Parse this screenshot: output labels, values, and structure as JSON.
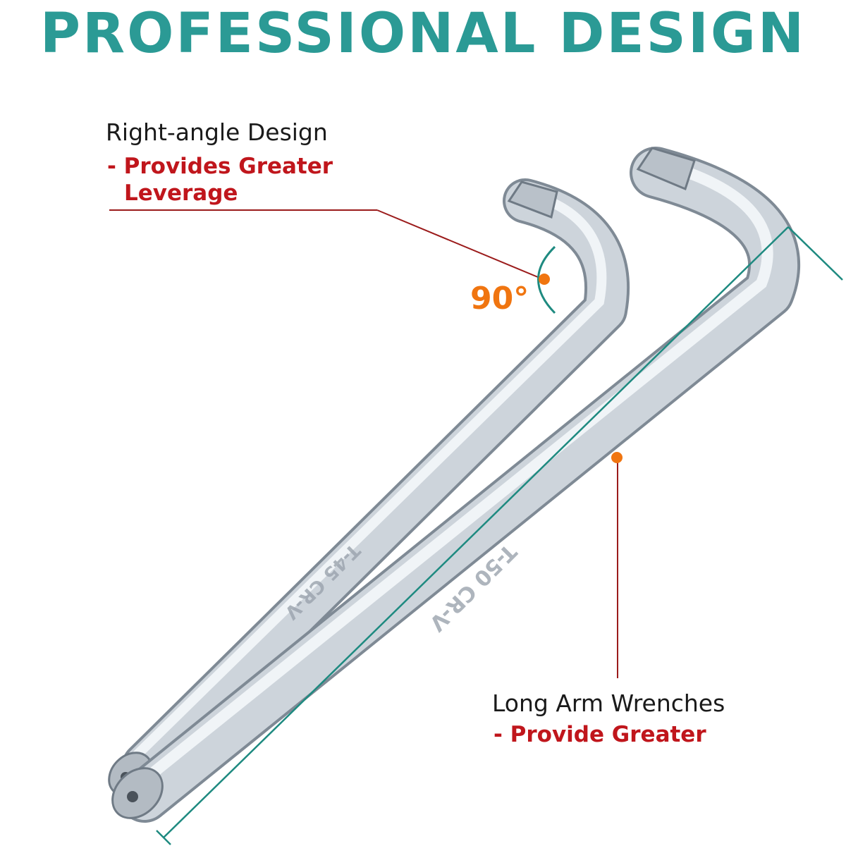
{
  "headline": "PROFESSIONAL DESIGN",
  "callout_right_angle": {
    "title": "Right-angle Design",
    "line1": "- Provides Greater",
    "line2": "Leverage"
  },
  "angle_label": "90°",
  "callout_long_arm": {
    "title": "Long Arm Wrenches",
    "line1": "- Provide Greater"
  },
  "wrench_short": {
    "marking": "T-45 CR-V"
  },
  "wrench_long": {
    "marking": "T-50 CR-V"
  },
  "colors": {
    "headline": "#2b9a95",
    "callout_red": "#c0161c",
    "leader_line": "#9b1b1b",
    "accent_orange": "#f07510",
    "dimension_teal": "#1e8a80",
    "steel": "#c9d1d8"
  }
}
